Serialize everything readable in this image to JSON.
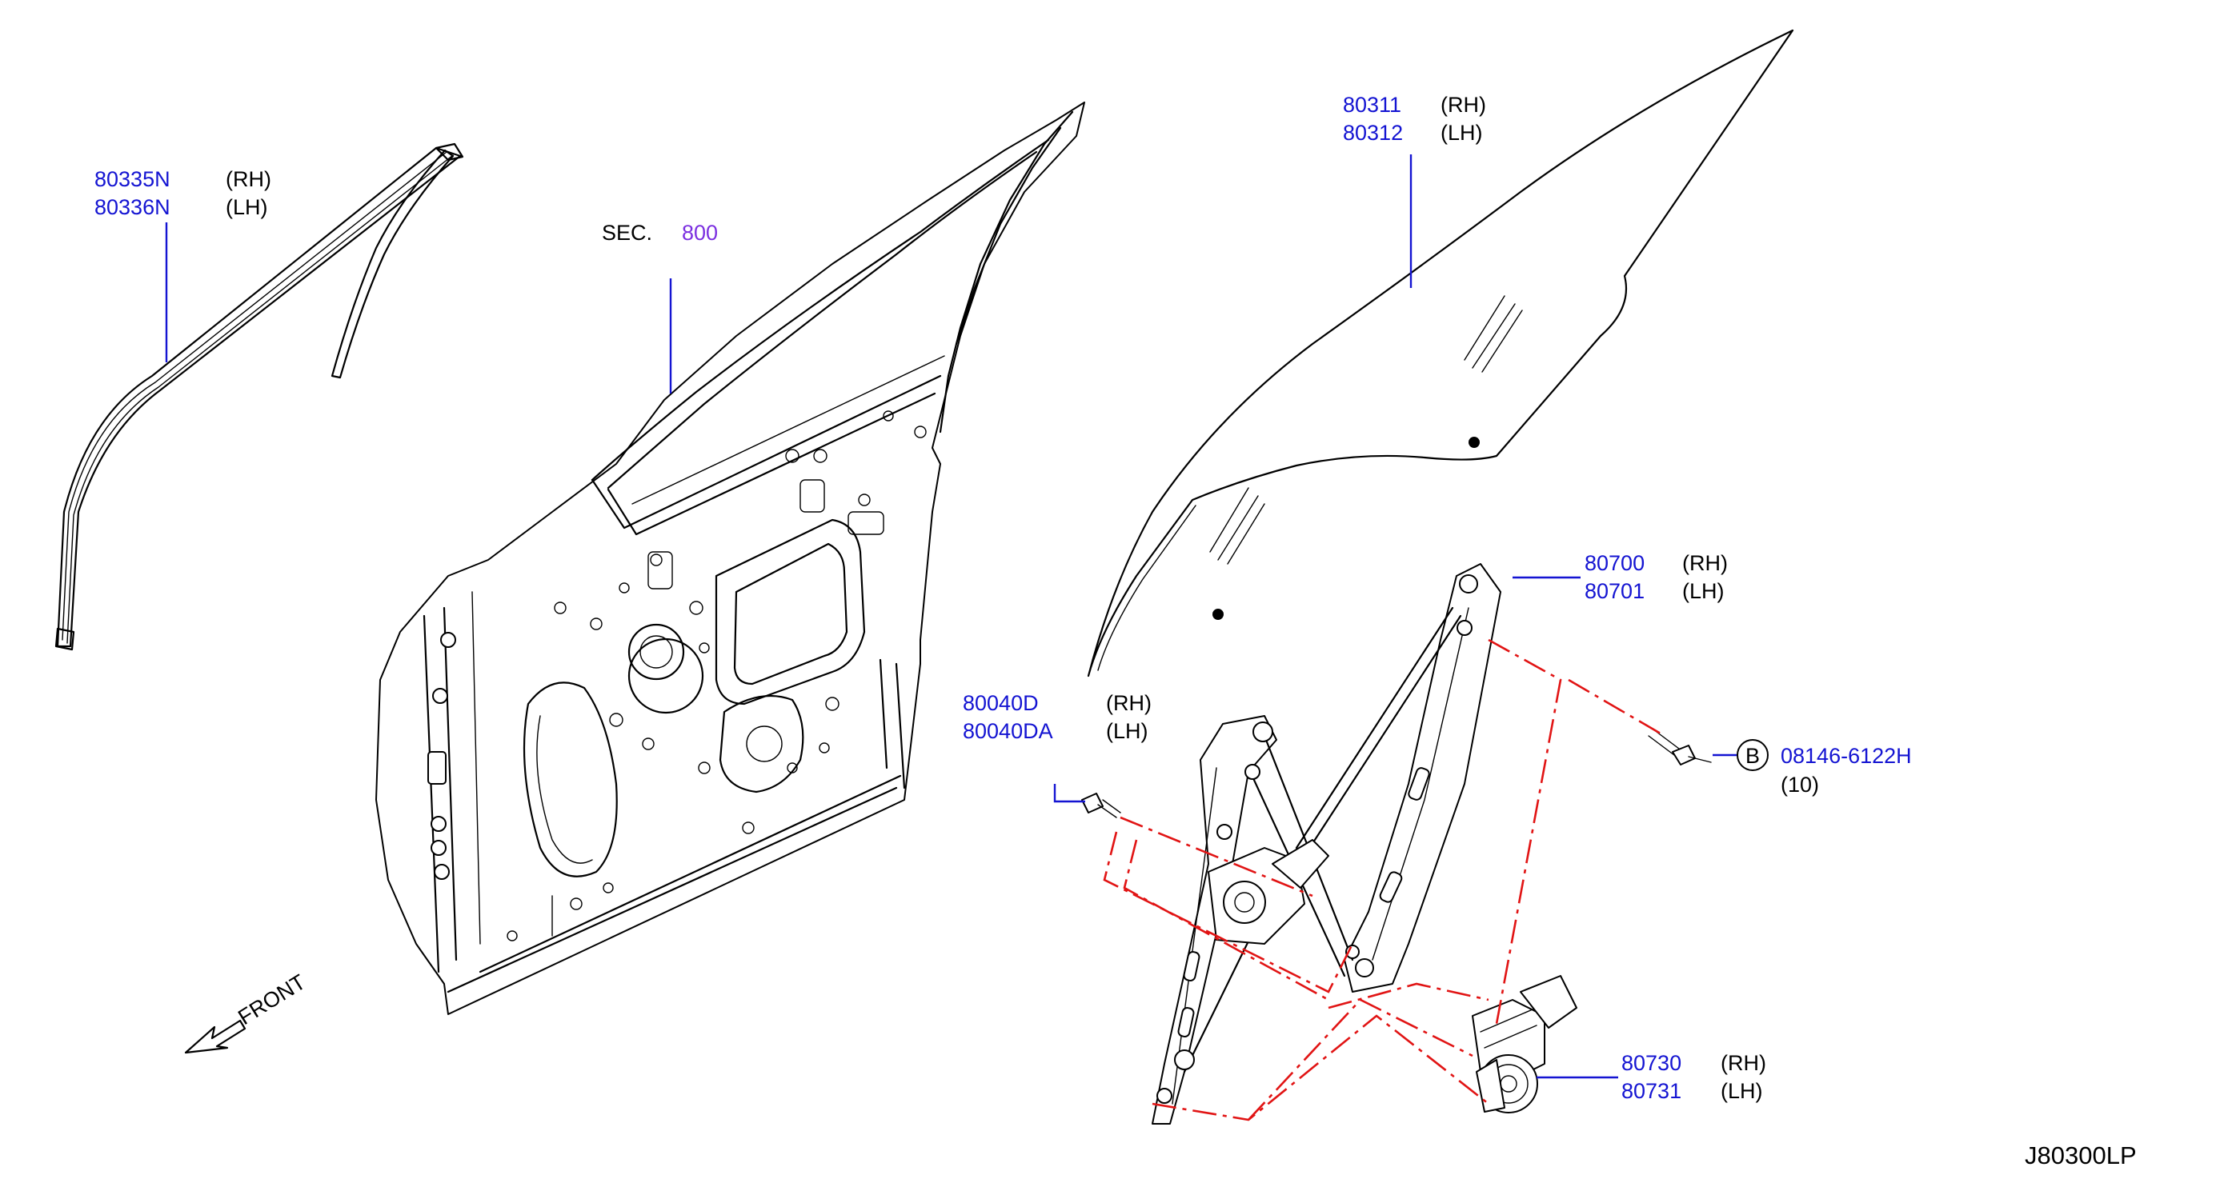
{
  "callouts": {
    "molding": {
      "rh": "80335N",
      "rh_side": "(RH)",
      "lh": "80336N",
      "lh_side": "(LH)"
    },
    "section": {
      "prefix": "SEC.",
      "number": "800"
    },
    "glass": {
      "rh": "80311",
      "rh_side": "(RH)",
      "lh": "80312",
      "lh_side": "(LH)"
    },
    "regulator": {
      "rh": "80700",
      "rh_side": "(RH)",
      "lh": "80701",
      "lh_side": "(LH)"
    },
    "bolt": {
      "rh": "80040D",
      "rh_side": "(RH)",
      "lh": "80040DA",
      "lh_side": "(LH)"
    },
    "fastener": {
      "marker": "B",
      "number": "08146-6122H",
      "qty": "(10)"
    },
    "motor": {
      "rh": "80730",
      "rh_side": "(RH)",
      "lh": "80731",
      "lh_side": "(LH)"
    }
  },
  "front_label": "FRONT",
  "diagram_code": "J80300LP",
  "colors": {
    "part_number": "#1414d2",
    "section_ref": "#7b2fe0",
    "assembly_line": "#e11414",
    "drawing": "#000000"
  }
}
